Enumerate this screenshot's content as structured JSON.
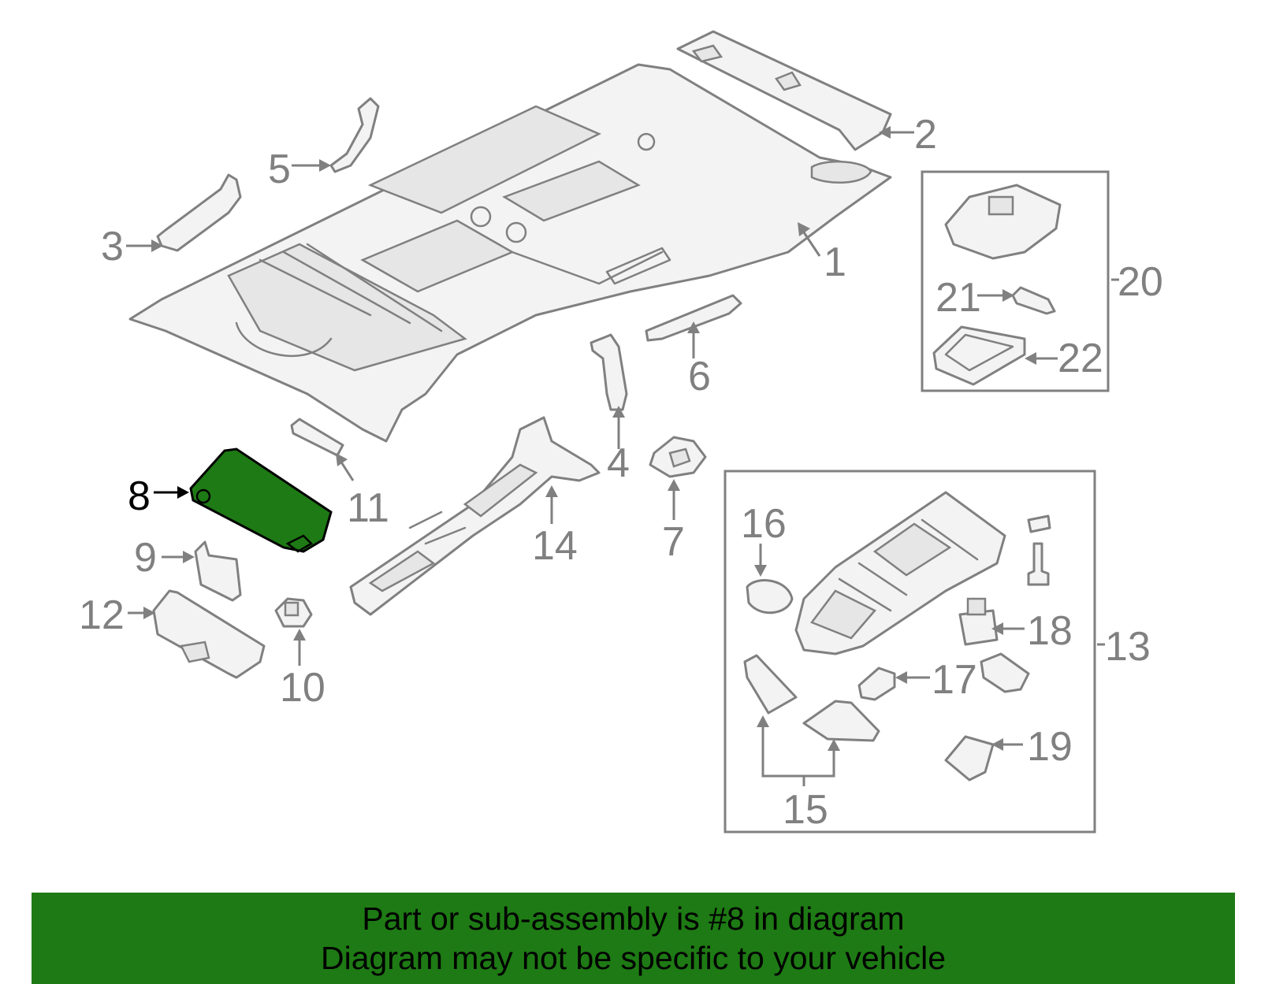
{
  "colors": {
    "line": "#808080",
    "part_fill": "#f3f3f3",
    "highlight_fill": "#1e7a14",
    "highlight_line": "#000000",
    "banner_bg": "#1e7a14",
    "banner_text": "#000000"
  },
  "callouts": {
    "c1": "1",
    "c2": "2",
    "c3": "3",
    "c4": "4",
    "c5": "5",
    "c6": "6",
    "c7": "7",
    "c8": "8",
    "c9": "9",
    "c10": "10",
    "c11": "11",
    "c12": "12",
    "c13": "13",
    "c14": "14",
    "c15": "15",
    "c16": "16",
    "c17": "17",
    "c18": "18",
    "c19": "19",
    "c20": "20",
    "c21": "21",
    "c22": "22"
  },
  "highlighted_part": "8",
  "banner": {
    "line1": "Part or sub-assembly is #8 in diagram",
    "line2": "Diagram may not be specific to your vehicle"
  }
}
